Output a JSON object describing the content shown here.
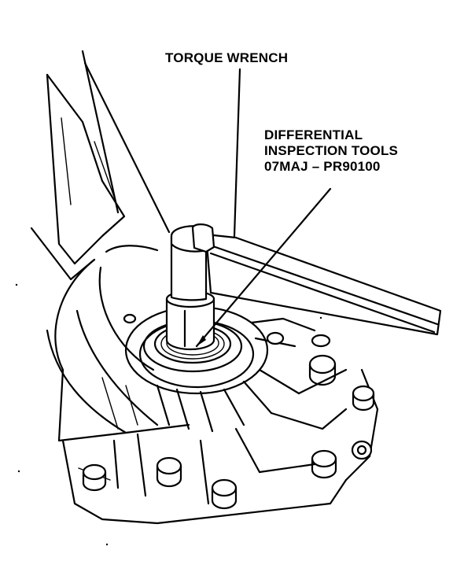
{
  "labels": {
    "torque_wrench": "TORQUE WRENCH",
    "diff_tools_line1": "DIFFERENTIAL",
    "diff_tools_line2": "INSPECTION TOOLS",
    "diff_tools_line3": "07MAJ – PR90100"
  },
  "colors": {
    "ink": "#000000",
    "paper": "#ffffff"
  }
}
